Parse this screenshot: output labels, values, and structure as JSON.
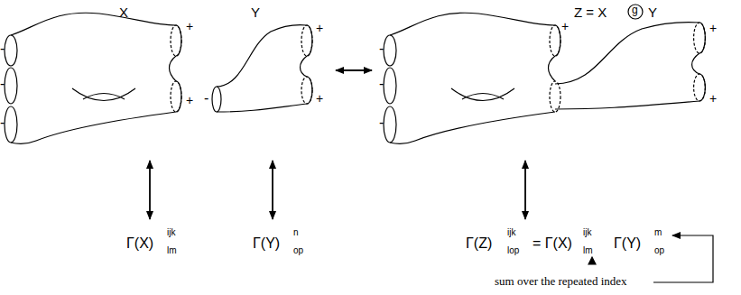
{
  "diagram": {
    "labels": [
      "X",
      "Y",
      "Z = X",
      "g",
      "Y",
      "-",
      "-",
      "-",
      "+",
      "+",
      "-",
      "+",
      "+",
      "-",
      "-",
      "-",
      "+",
      "+",
      "+",
      "Γ(X)",
      "ijk",
      "lm",
      "Γ(Y)",
      "n",
      "op",
      "Γ(Z)",
      "ijk",
      "lop",
      "= Γ(X)",
      "ijk",
      "lm",
      "Γ(Y)",
      "m",
      "op",
      "sum over the repeated index"
    ]
  }
}
